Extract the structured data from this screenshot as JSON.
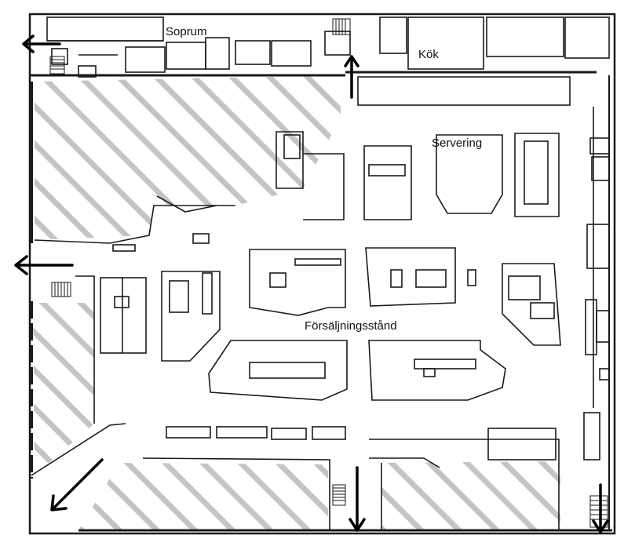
{
  "labels": {
    "soprum": "Soprum",
    "kok": "Kök",
    "servering": "Servering",
    "forsaljning": "Försäljningsstånd"
  },
  "colors": {
    "wall": "#1a1a1a",
    "hatch": "#c4c4c4",
    "arrow": "#000000"
  },
  "exit_arrows": [
    {
      "id": "top-left",
      "direction": "left"
    },
    {
      "id": "top-center",
      "direction": "up"
    },
    {
      "id": "middle-left",
      "direction": "left"
    },
    {
      "id": "bottom-left",
      "direction": "down-left"
    },
    {
      "id": "bottom-center",
      "direction": "down"
    },
    {
      "id": "bottom-right",
      "direction": "down"
    }
  ]
}
